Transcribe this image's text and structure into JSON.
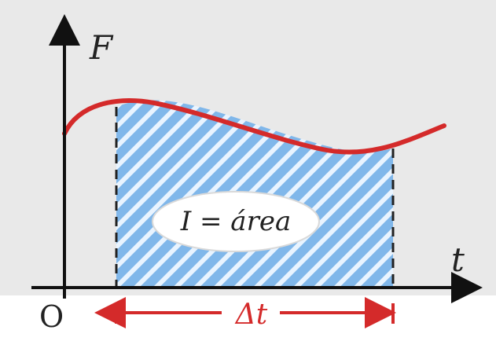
{
  "labels": {
    "y_axis": "F",
    "x_axis": "t",
    "origin": "O",
    "area_label": "I = área",
    "interval": "Δt"
  },
  "colors": {
    "background_panel": "#e8e8e8",
    "curve": "#d42a2a",
    "fill": "#7fb4e8",
    "fill_light": "#cfe4f8",
    "axes": "#111111",
    "dashes": "#222222",
    "interval_arrow": "#d42a2a"
  }
}
